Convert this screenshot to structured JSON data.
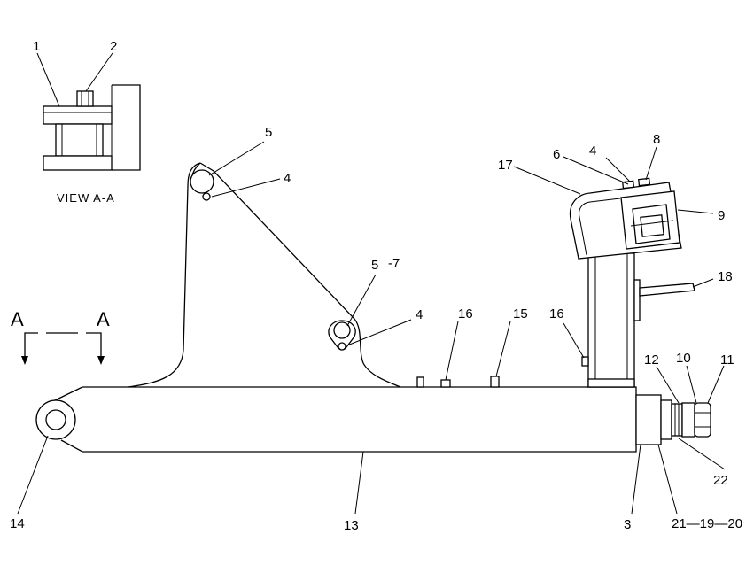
{
  "view_label": "VIEW A-A",
  "section_marks": [
    "A",
    "A"
  ],
  "callouts": {
    "c1": "1",
    "c2": "2",
    "c3": "3",
    "c4a": "4",
    "c4b": "4",
    "c4c": "4",
    "c5a": "5",
    "c5b": "5",
    "c5b_suffix": "-7",
    "c6": "6",
    "c8": "8",
    "c9": "9",
    "c10": "10",
    "c11": "11",
    "c12": "12",
    "c13": "13",
    "c14": "14",
    "c15": "15",
    "c16a": "16",
    "c16b": "16",
    "c17": "17",
    "c18": "18",
    "c21_19_20": "21—19—20",
    "c22": "22"
  }
}
